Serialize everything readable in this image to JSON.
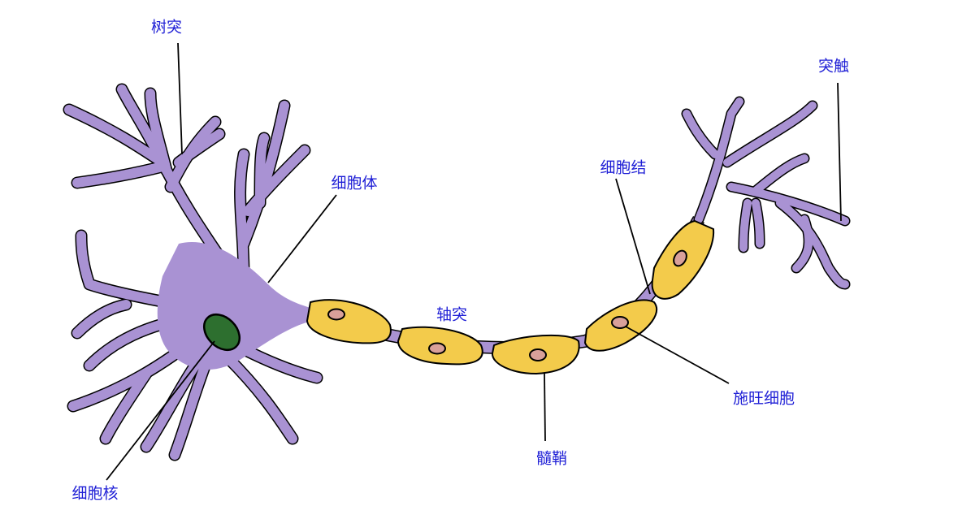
{
  "title": "神经元结构图",
  "labels": {
    "dendrite": "树突",
    "soma": "细胞体",
    "axon": "轴突",
    "node": "细胞结",
    "schwann": "施旺细胞",
    "myelin": "髓鞘",
    "nucleus": "细胞核",
    "synapse": "突触"
  },
  "colors": {
    "neuron": "#a992d3",
    "myelin": "#f3cb4b",
    "nucleus": "#2d6f2f",
    "schwann_nucleus": "#d9a09a",
    "label": "#1f1fd6"
  }
}
